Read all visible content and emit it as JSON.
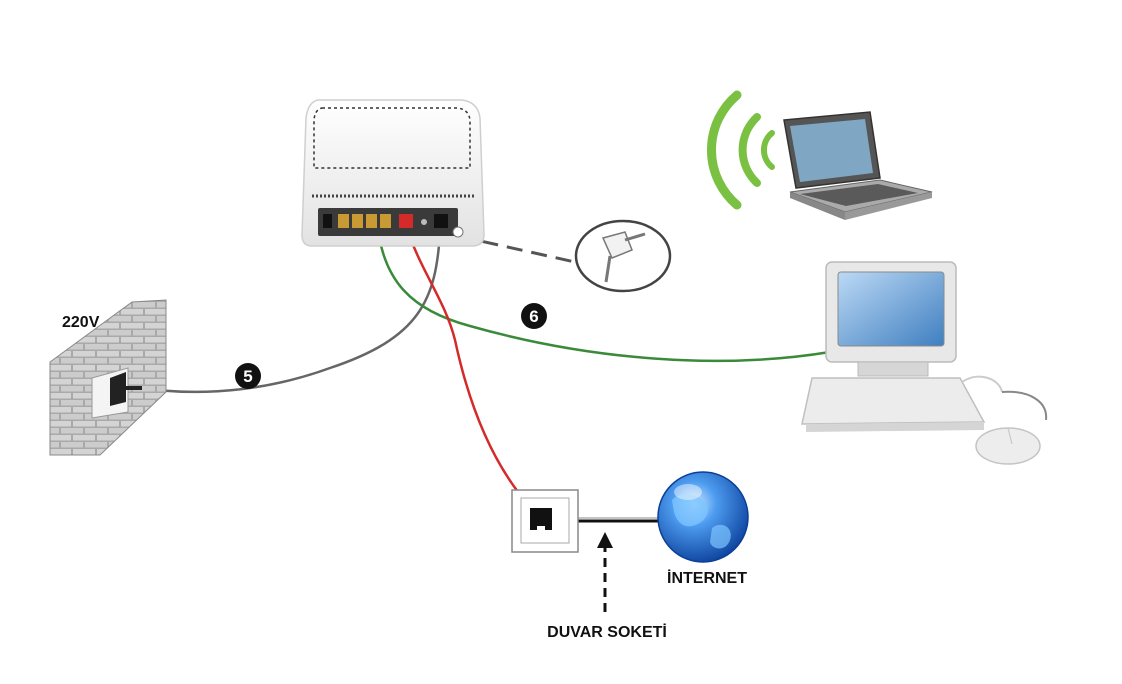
{
  "labels": {
    "power_voltage": "220V",
    "internet": "İNTERNET",
    "wall_socket": "DUVAR SOKETİ"
  },
  "steps": {
    "power_step": "5",
    "lan_step": "6"
  },
  "colors": {
    "dsl_cable": "#d42a2a",
    "lan_cable": "#3a8a3a",
    "power_cable": "#666666",
    "wifi_waves": "#7ac143",
    "badge": "#111111",
    "globe": "#2a78d8"
  },
  "icons": [
    "router-icon",
    "power-adapter-icon",
    "wall-outlet-icon",
    "wifi-waves-icon",
    "laptop-icon",
    "desktop-computer-icon",
    "phone-socket-icon",
    "globe-icon"
  ]
}
